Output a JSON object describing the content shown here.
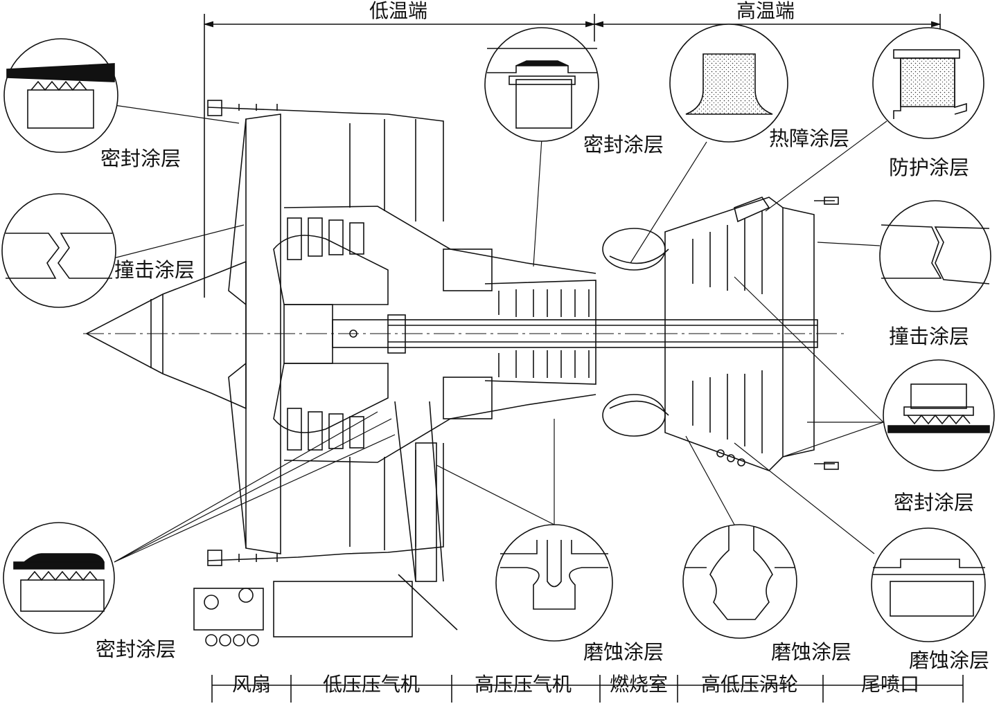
{
  "regions": {
    "cold_end": "低温端",
    "hot_end": "高温端"
  },
  "sections": [
    {
      "key": "fan",
      "label": "风扇"
    },
    {
      "key": "lpc",
      "label": "低压压气机"
    },
    {
      "key": "hpc",
      "label": "高压压气机"
    },
    {
      "key": "combustor",
      "label": "燃烧室"
    },
    {
      "key": "turbine",
      "label": "高低压涡轮"
    },
    {
      "key": "nozzle",
      "label": "尾喷口"
    }
  ],
  "callouts": {
    "seal_top_left": "密封涂层",
    "impact_left": "撞击涂层",
    "seal_bottom_left": "密封涂层",
    "seal_top_mid": "密封涂层",
    "thermal_barrier": "热障涂层",
    "protective": "防护涂层",
    "impact_right": "撞击涂层",
    "seal_right": "密封涂层",
    "abradable_1": "磨蚀涂层",
    "abradable_2": "磨蚀涂层",
    "abradable_3": "磨蚀涂层"
  },
  "icons": [
    "engine-cross-section-icon",
    "seal-coating-detail-icon",
    "impact-coating-detail-icon",
    "thermal-barrier-detail-icon",
    "protective-coating-detail-icon",
    "abradable-coating-detail-icon"
  ]
}
